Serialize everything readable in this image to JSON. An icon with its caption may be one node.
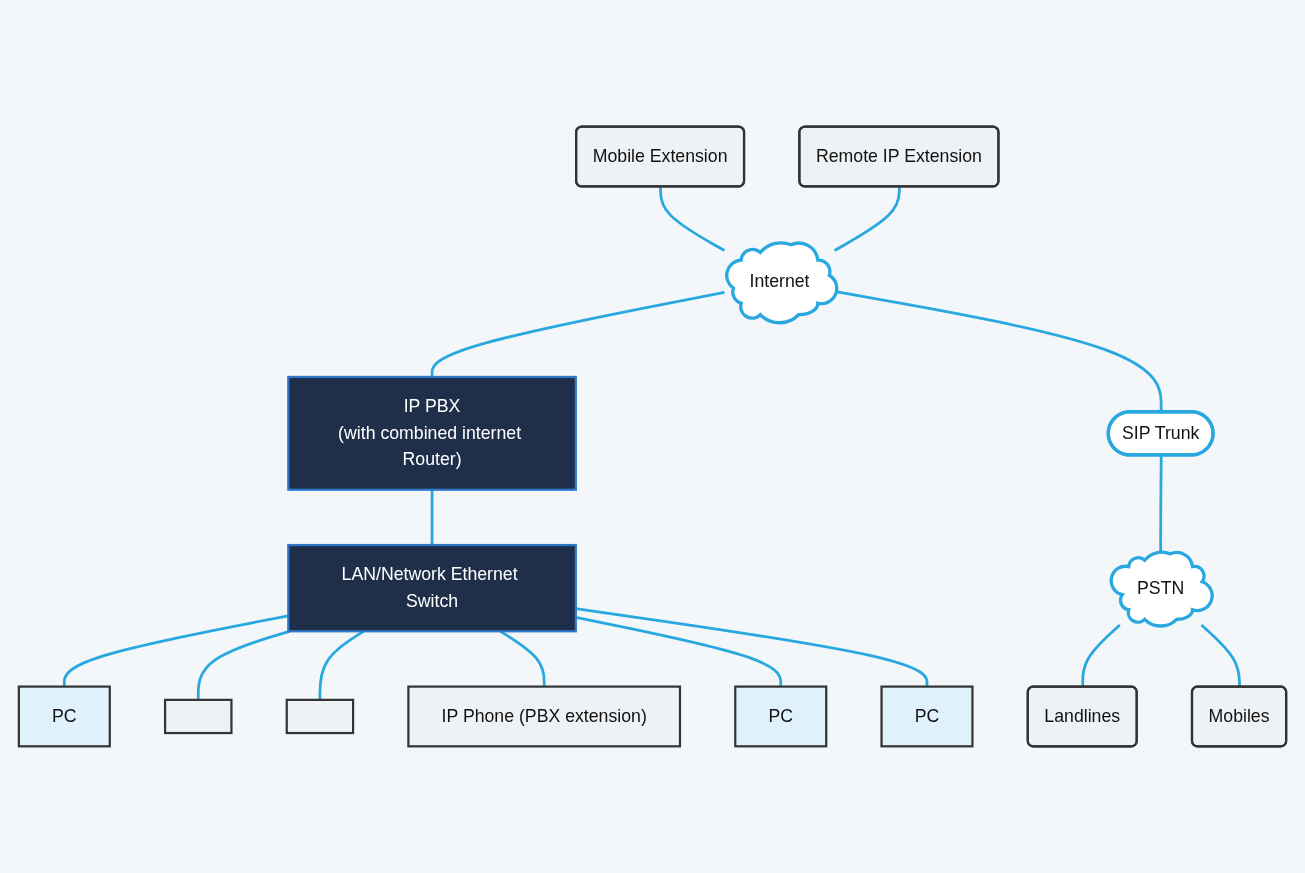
{
  "diagram": {
    "nodes": [
      {
        "text": [
          "IP PBX",
          "(with combined internet Router)"
        ]
      },
      {
        "text": [
          "Mobile Extension"
        ]
      },
      {
        "text": [
          "Remote IP Extension"
        ]
      },
      {
        "text": [
          "Internet"
        ]
      },
      {
        "text": [
          "LAN/Network Ethernet Switch"
        ]
      },
      {
        "text": [
          "PC"
        ]
      },
      {
        "text": [],
        "shape": "box"
      },
      {
        "text": [],
        "shape": "box"
      },
      {
        "text": [
          "IP Phone (PBX extension)"
        ]
      },
      {
        "text": [
          "PC"
        ]
      },
      {
        "text": [
          "PC"
        ]
      },
      {
        "text": [
          "SIP Trunk"
        ]
      },
      {
        "text": [
          "PSTN"
        ]
      },
      {
        "text": [
          "Landlines"
        ]
      },
      {
        "text": [
          "Mobiles"
        ]
      }
    ],
    "edges": [
      {
        "from": 1,
        "to": 3,
        "arrow": "none"
      },
      {
        "from": 2,
        "to": 3,
        "arrow": "none"
      },
      {
        "from": 3,
        "to": 0,
        "arrow": "none"
      },
      {
        "from": 0,
        "to": 4,
        "arrow": "none"
      },
      {
        "from": 4,
        "to": 5,
        "arrow": "none"
      },
      {
        "from": 4,
        "to": 6,
        "arrow": "none"
      },
      {
        "from": 4,
        "to": 7,
        "arrow": "none"
      },
      {
        "from": 4,
        "to": 8,
        "arrow": "none"
      },
      {
        "from": 4,
        "to": 9,
        "arrow": "none"
      },
      {
        "from": 4,
        "to": 10,
        "arrow": "none"
      },
      {
        "from": 3,
        "to": 11,
        "arrow": "none"
      },
      {
        "from": 11,
        "to": 12,
        "arrow": "none"
      },
      {
        "from": 12,
        "to": 13,
        "arrow": "none"
      },
      {
        "from": 12,
        "to": 14,
        "arrow": "none"
      }
    ]
  }
}
